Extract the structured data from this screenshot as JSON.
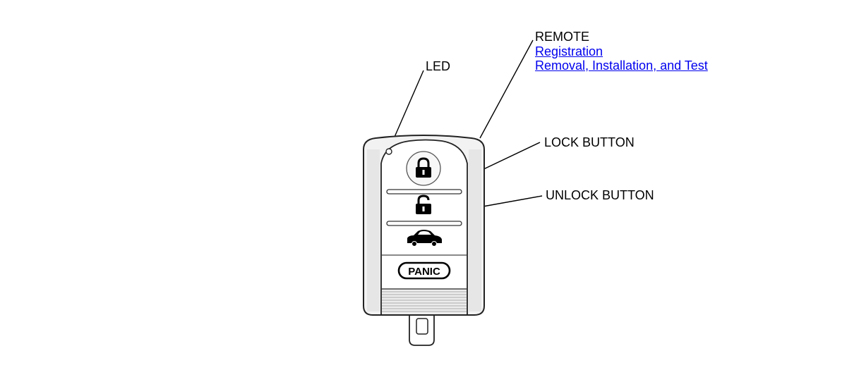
{
  "labels": {
    "led": "LED",
    "remote": "REMOTE",
    "lock_button": "LOCK BUTTON",
    "unlock_button": "UNLOCK BUTTON"
  },
  "links": {
    "registration": "Registration",
    "removal": "Removal, Installation, and Test"
  },
  "fob": {
    "panic_label": "PANIC"
  },
  "icons": {
    "lock": "lock-icon",
    "unlock": "unlock-icon",
    "trunk": "car-trunk-icon"
  },
  "colors": {
    "link": "#0000ee",
    "line": "#000000"
  }
}
